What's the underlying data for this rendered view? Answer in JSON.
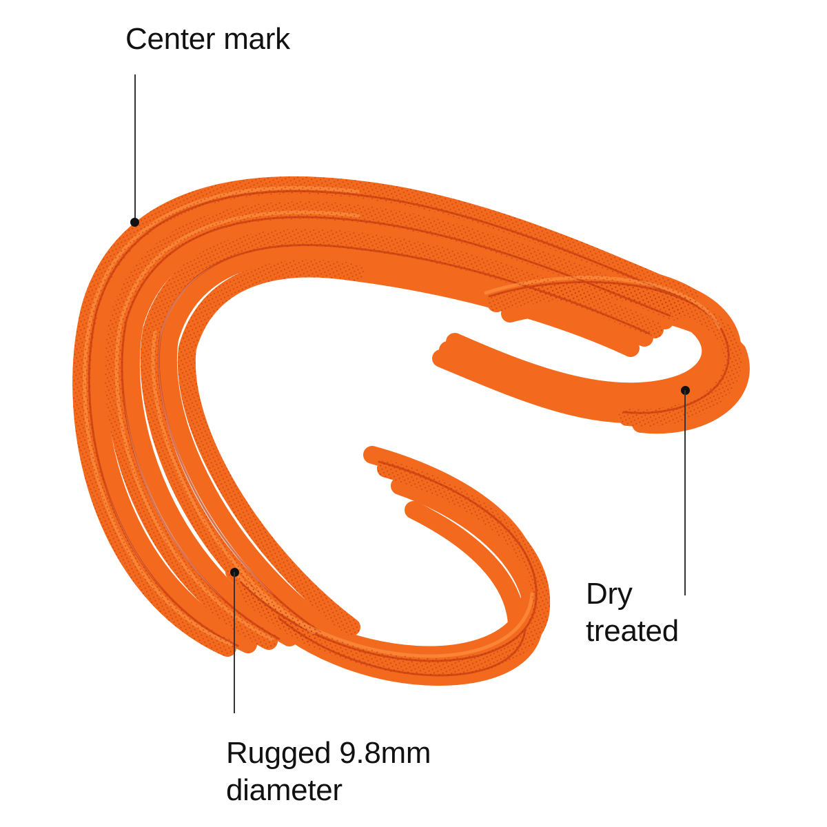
{
  "image": {
    "subject": "Orange coiled climbing rope",
    "background": "#ffffff",
    "rope_colors": {
      "base": "#f36a1e",
      "light": "#ff8a38",
      "dark": "#c53a10",
      "shadow": "#9c2608"
    }
  },
  "callouts": [
    {
      "id": "center-mark",
      "lines": [
        "Center mark"
      ]
    },
    {
      "id": "dry-treated",
      "lines": [
        "Dry",
        "treated"
      ]
    },
    {
      "id": "diameter",
      "lines": [
        "Rugged 9.8mm",
        "diameter"
      ]
    }
  ]
}
